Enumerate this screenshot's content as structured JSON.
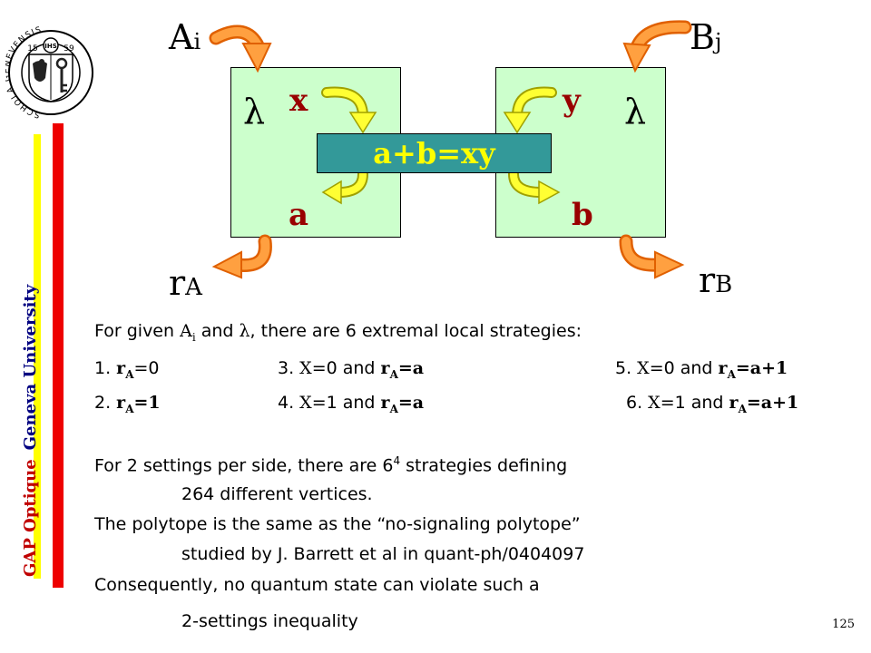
{
  "sidebar": {
    "gap_optique": "GAP Optique",
    "geneva": "Geneva University"
  },
  "logo": {
    "ring_text": "SCHOLA GENEVENSIS",
    "year_left": "15",
    "year_right": "59",
    "center": "IHS"
  },
  "diagram": {
    "input_left": "A",
    "input_left_sub": "i",
    "input_right": "B",
    "input_right_sub": "j",
    "lambda_left": "λ",
    "lambda_right": "λ",
    "x": "x",
    "y": "y",
    "a": "a",
    "b": "b",
    "equation": "a+b=xy",
    "output_left": "r",
    "output_left_sub": "A",
    "output_right": "r",
    "output_right_sub": "B"
  },
  "text": {
    "intro_prefix": "For given ",
    "intro_A": "A",
    "intro_sub": "i",
    "intro_mid": " and ",
    "intro_lambda": "λ",
    "intro_suffix": ", there are 6 extremal local strategies:",
    "s1_num": "1. ",
    "s1_r": "r",
    "s1_sub": "A",
    "s1_val": "=0",
    "s2_num": "2. ",
    "s2_r": "r",
    "s2_sub": "A",
    "s2_val": "=1",
    "s3_num": "3. ",
    "s3_x": "X",
    "s3_mid": "=0 and ",
    "s3_r": "r",
    "s3_sub": "A",
    "s3_val": "=a",
    "s4_num": "4. ",
    "s4_x": "X",
    "s4_mid": "=1 and ",
    "s4_r": "r",
    "s4_sub": "A",
    "s4_val": "=a",
    "s5_num": "5. ",
    "s5_x": "X",
    "s5_mid": "=0 and ",
    "s5_r": "r",
    "s5_sub": "A",
    "s5_val": "=a+1",
    "s6_num": "6. ",
    "s6_x": "X",
    "s6_mid": "=1 and ",
    "s6_r": "r",
    "s6_sub": "A",
    "s6_val": "=a+1",
    "p2_a": "For 2 settings per side, there are 6",
    "p2_exp": "4",
    "p2_b": " strategies defining",
    "p2_c": "264 different vertices.",
    "p3_a": "The polytope is the same as the “no-signaling polytope”",
    "p3_b": "studied by J. Barrett et al in quant-ph/0404097",
    "p4_a": "Consequently, no quantum state can violate such a",
    "p4_b": "2-settings inequality"
  },
  "page_number": "125",
  "colors": {
    "arrow_fill": "#ffa040",
    "arrow_stroke": "#e06000",
    "inner_arrow_fill": "#ffff33",
    "inner_arrow_stroke": "#a0a000",
    "box_fill": "#ccffcc",
    "equation_bar": "#339999",
    "equation_text": "#ffff00",
    "letters": "#990000"
  }
}
